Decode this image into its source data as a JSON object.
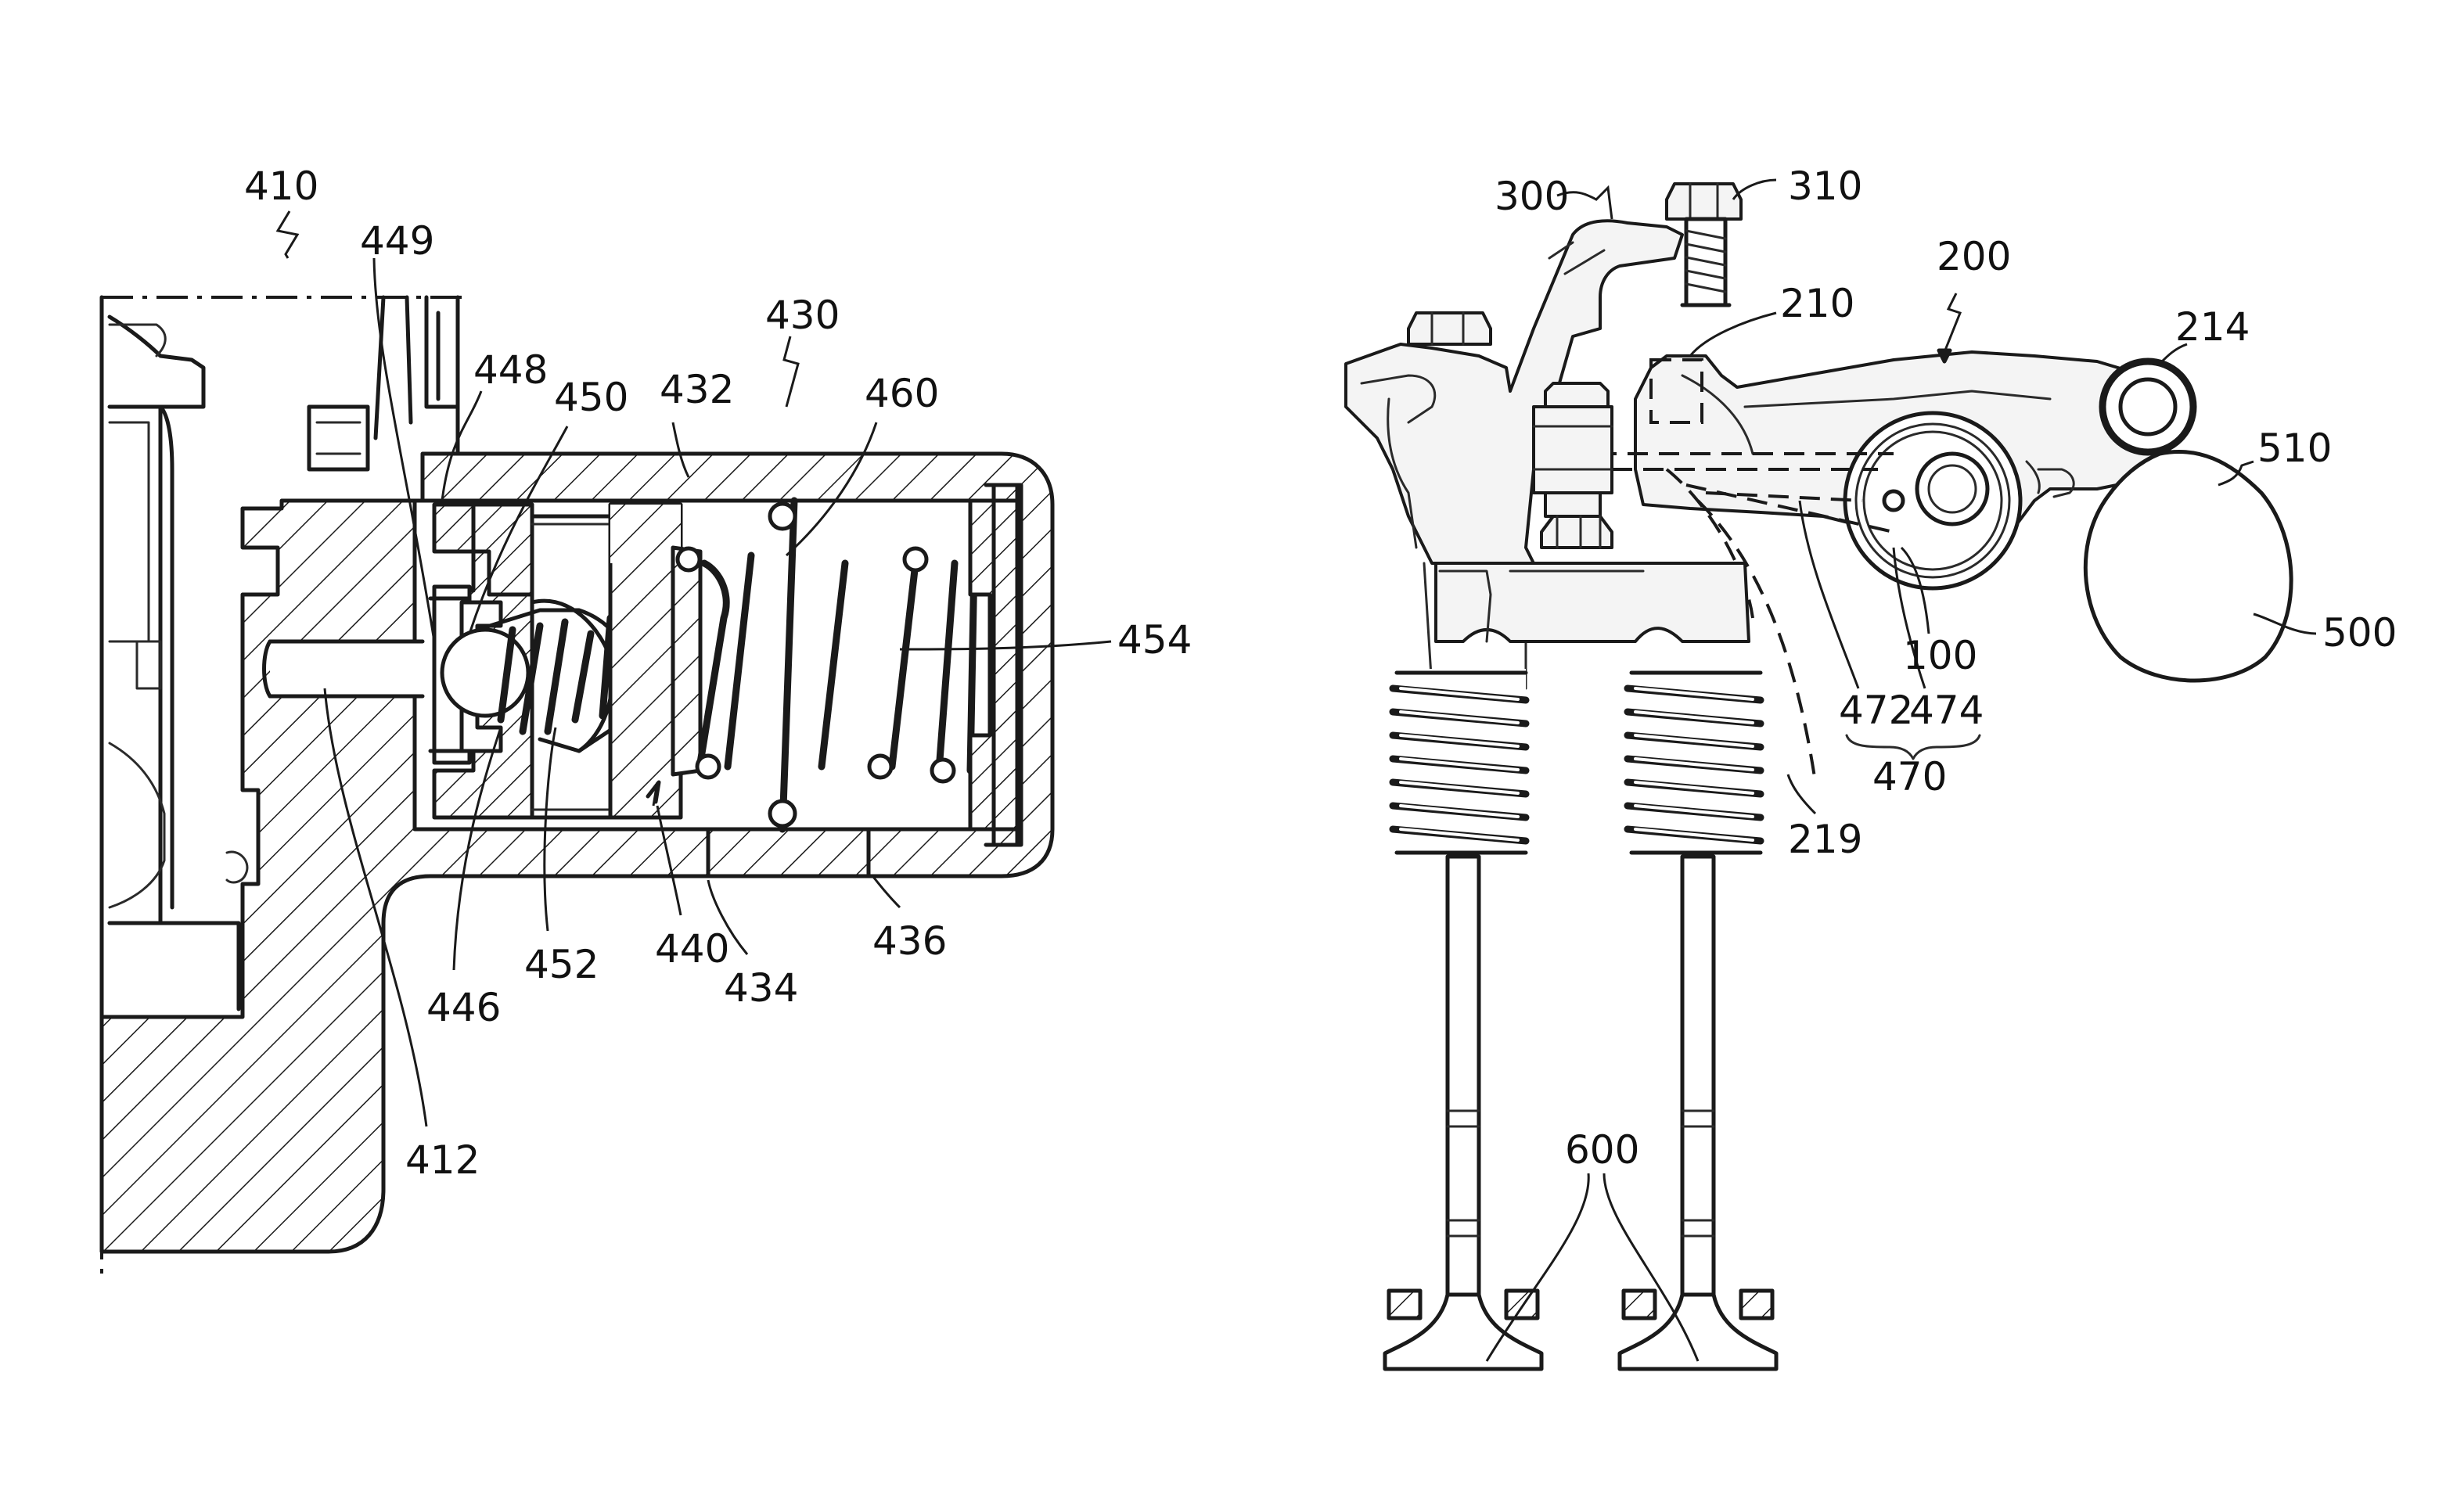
{
  "figure": {
    "left_view": {
      "labels": {
        "l410": "410",
        "l449": "449",
        "l448": "448",
        "l450": "450",
        "l432": "432",
        "l430": "430",
        "l460": "460",
        "l454": "454",
        "l446": "446",
        "l452": "452",
        "l440": "440",
        "l434": "434",
        "l436": "436",
        "l412": "412"
      }
    },
    "right_view": {
      "labels": {
        "l300": "300",
        "l310": "310",
        "l210": "210",
        "l200": "200",
        "l214": "214",
        "l510": "510",
        "l500": "500",
        "l100": "100",
        "l472": "472",
        "l474": "474",
        "l470": "470",
        "l219": "219",
        "l600": "600"
      }
    }
  }
}
